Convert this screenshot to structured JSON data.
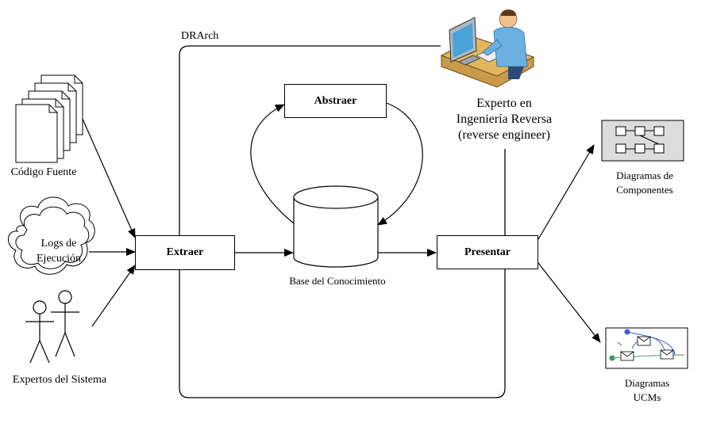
{
  "frame": {
    "title": "DRArch"
  },
  "processes": {
    "extraer": "Extraer",
    "abstraer": "Abstraer",
    "presentar": "Presentar"
  },
  "knowledge_base": {
    "label": "Base del Conocimiento"
  },
  "inputs": {
    "codigo_fuente": "Código Fuente",
    "logs_line1": "Logs de",
    "logs_line2": "Ejecución",
    "expertos": "Expertos del Sistema"
  },
  "expert": {
    "line1": "Experto en",
    "line2": "Ingeniería Reversa",
    "line3": "(reverse engineer)"
  },
  "outputs": {
    "componentes_line1": "Diagramas de",
    "componentes_line2": "Componentes",
    "ucms_line1": "Diagramas",
    "ucms_line2": "UCMs"
  },
  "colors": {
    "ucm_blue": "#3a5fcd",
    "ucm_green": "#3c9a5f",
    "panel_bg": "#dcdcdc",
    "monitor_screen": "#4aa3d8",
    "desk": "#c99a4a"
  }
}
